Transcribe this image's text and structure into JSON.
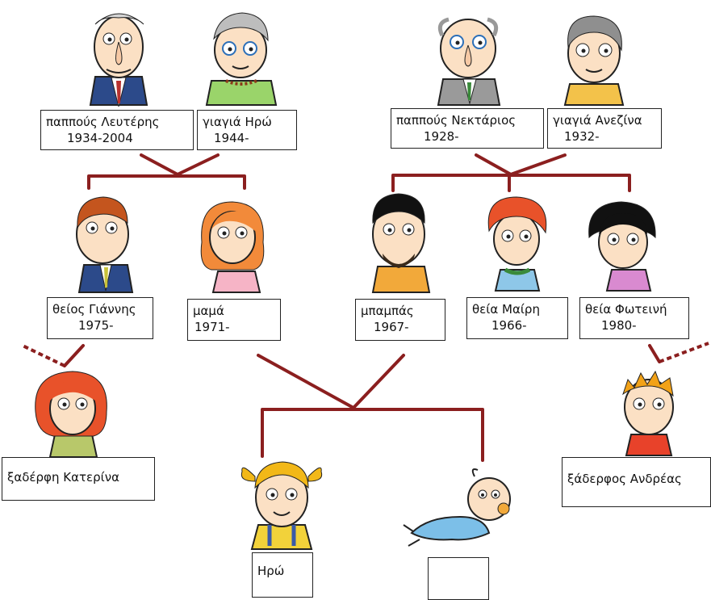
{
  "colors": {
    "line": "#8b1f1f",
    "box_border": "#222222"
  },
  "people": {
    "grandfather_lefteris": {
      "name": "παππούς Λευτέρης",
      "years": "1934-2004"
    },
    "grandmother_hro": {
      "name": "γιαγιά Ηρώ",
      "years": "1944-"
    },
    "grandfather_nektarios": {
      "name": "παππούς Νεκτάριος",
      "years": "1928-"
    },
    "grandmother_anezina": {
      "name": "γιαγιά Ανεζίνα",
      "years": "1932-"
    },
    "uncle_giannis": {
      "name": "θείος Γιάννης",
      "years": "1975-"
    },
    "mom": {
      "name": "μαμά",
      "years": "1971-"
    },
    "dad": {
      "name": "μπαμπάς",
      "years": "1967-"
    },
    "aunt_mairi": {
      "name": "θεία Μαίρη",
      "years": "1966-"
    },
    "aunt_foteini": {
      "name": "θεία Φωτεινή",
      "years": "1980-"
    },
    "cousin_katerina": {
      "name": "ξαδέρφη Κατερίνα"
    },
    "hro": {
      "name": "Ηρώ"
    },
    "baby": {
      "name": ""
    },
    "cousin_andreas": {
      "name": "ξάδερφος Ανδρέας"
    }
  }
}
